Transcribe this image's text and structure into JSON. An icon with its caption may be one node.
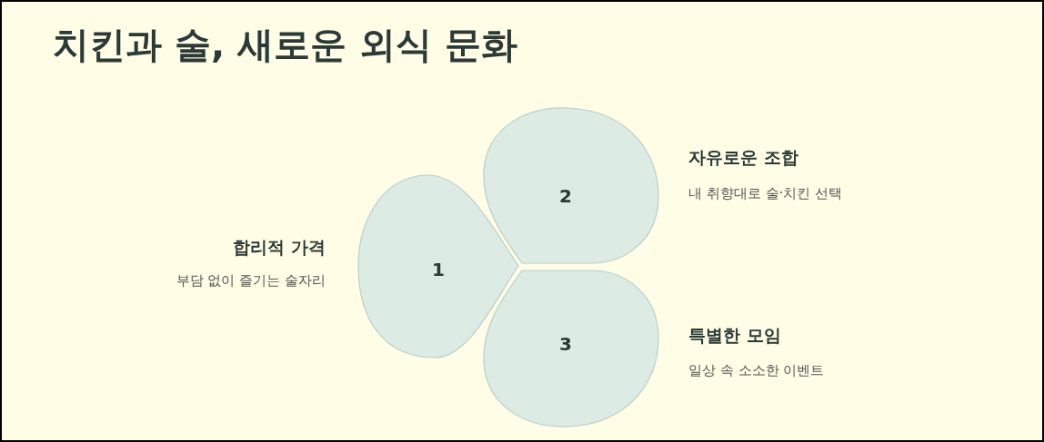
{
  "diagram": {
    "title": "치킨과 술, 새로운 외식 문화",
    "nodes": [
      {
        "text": [
          "1"
        ],
        "beside": [
          "합리적 가격",
          "부담 없이 즐기는 술자리"
        ]
      },
      {
        "text": [
          "2"
        ],
        "beside": [
          "자유로운 조합",
          "내 취향대로 술·치킨 선택"
        ]
      },
      {
        "text": [
          "3"
        ],
        "beside": [
          "특별한 모임",
          "일상 속 소소한 이벤트"
        ]
      }
    ],
    "edges": []
  }
}
